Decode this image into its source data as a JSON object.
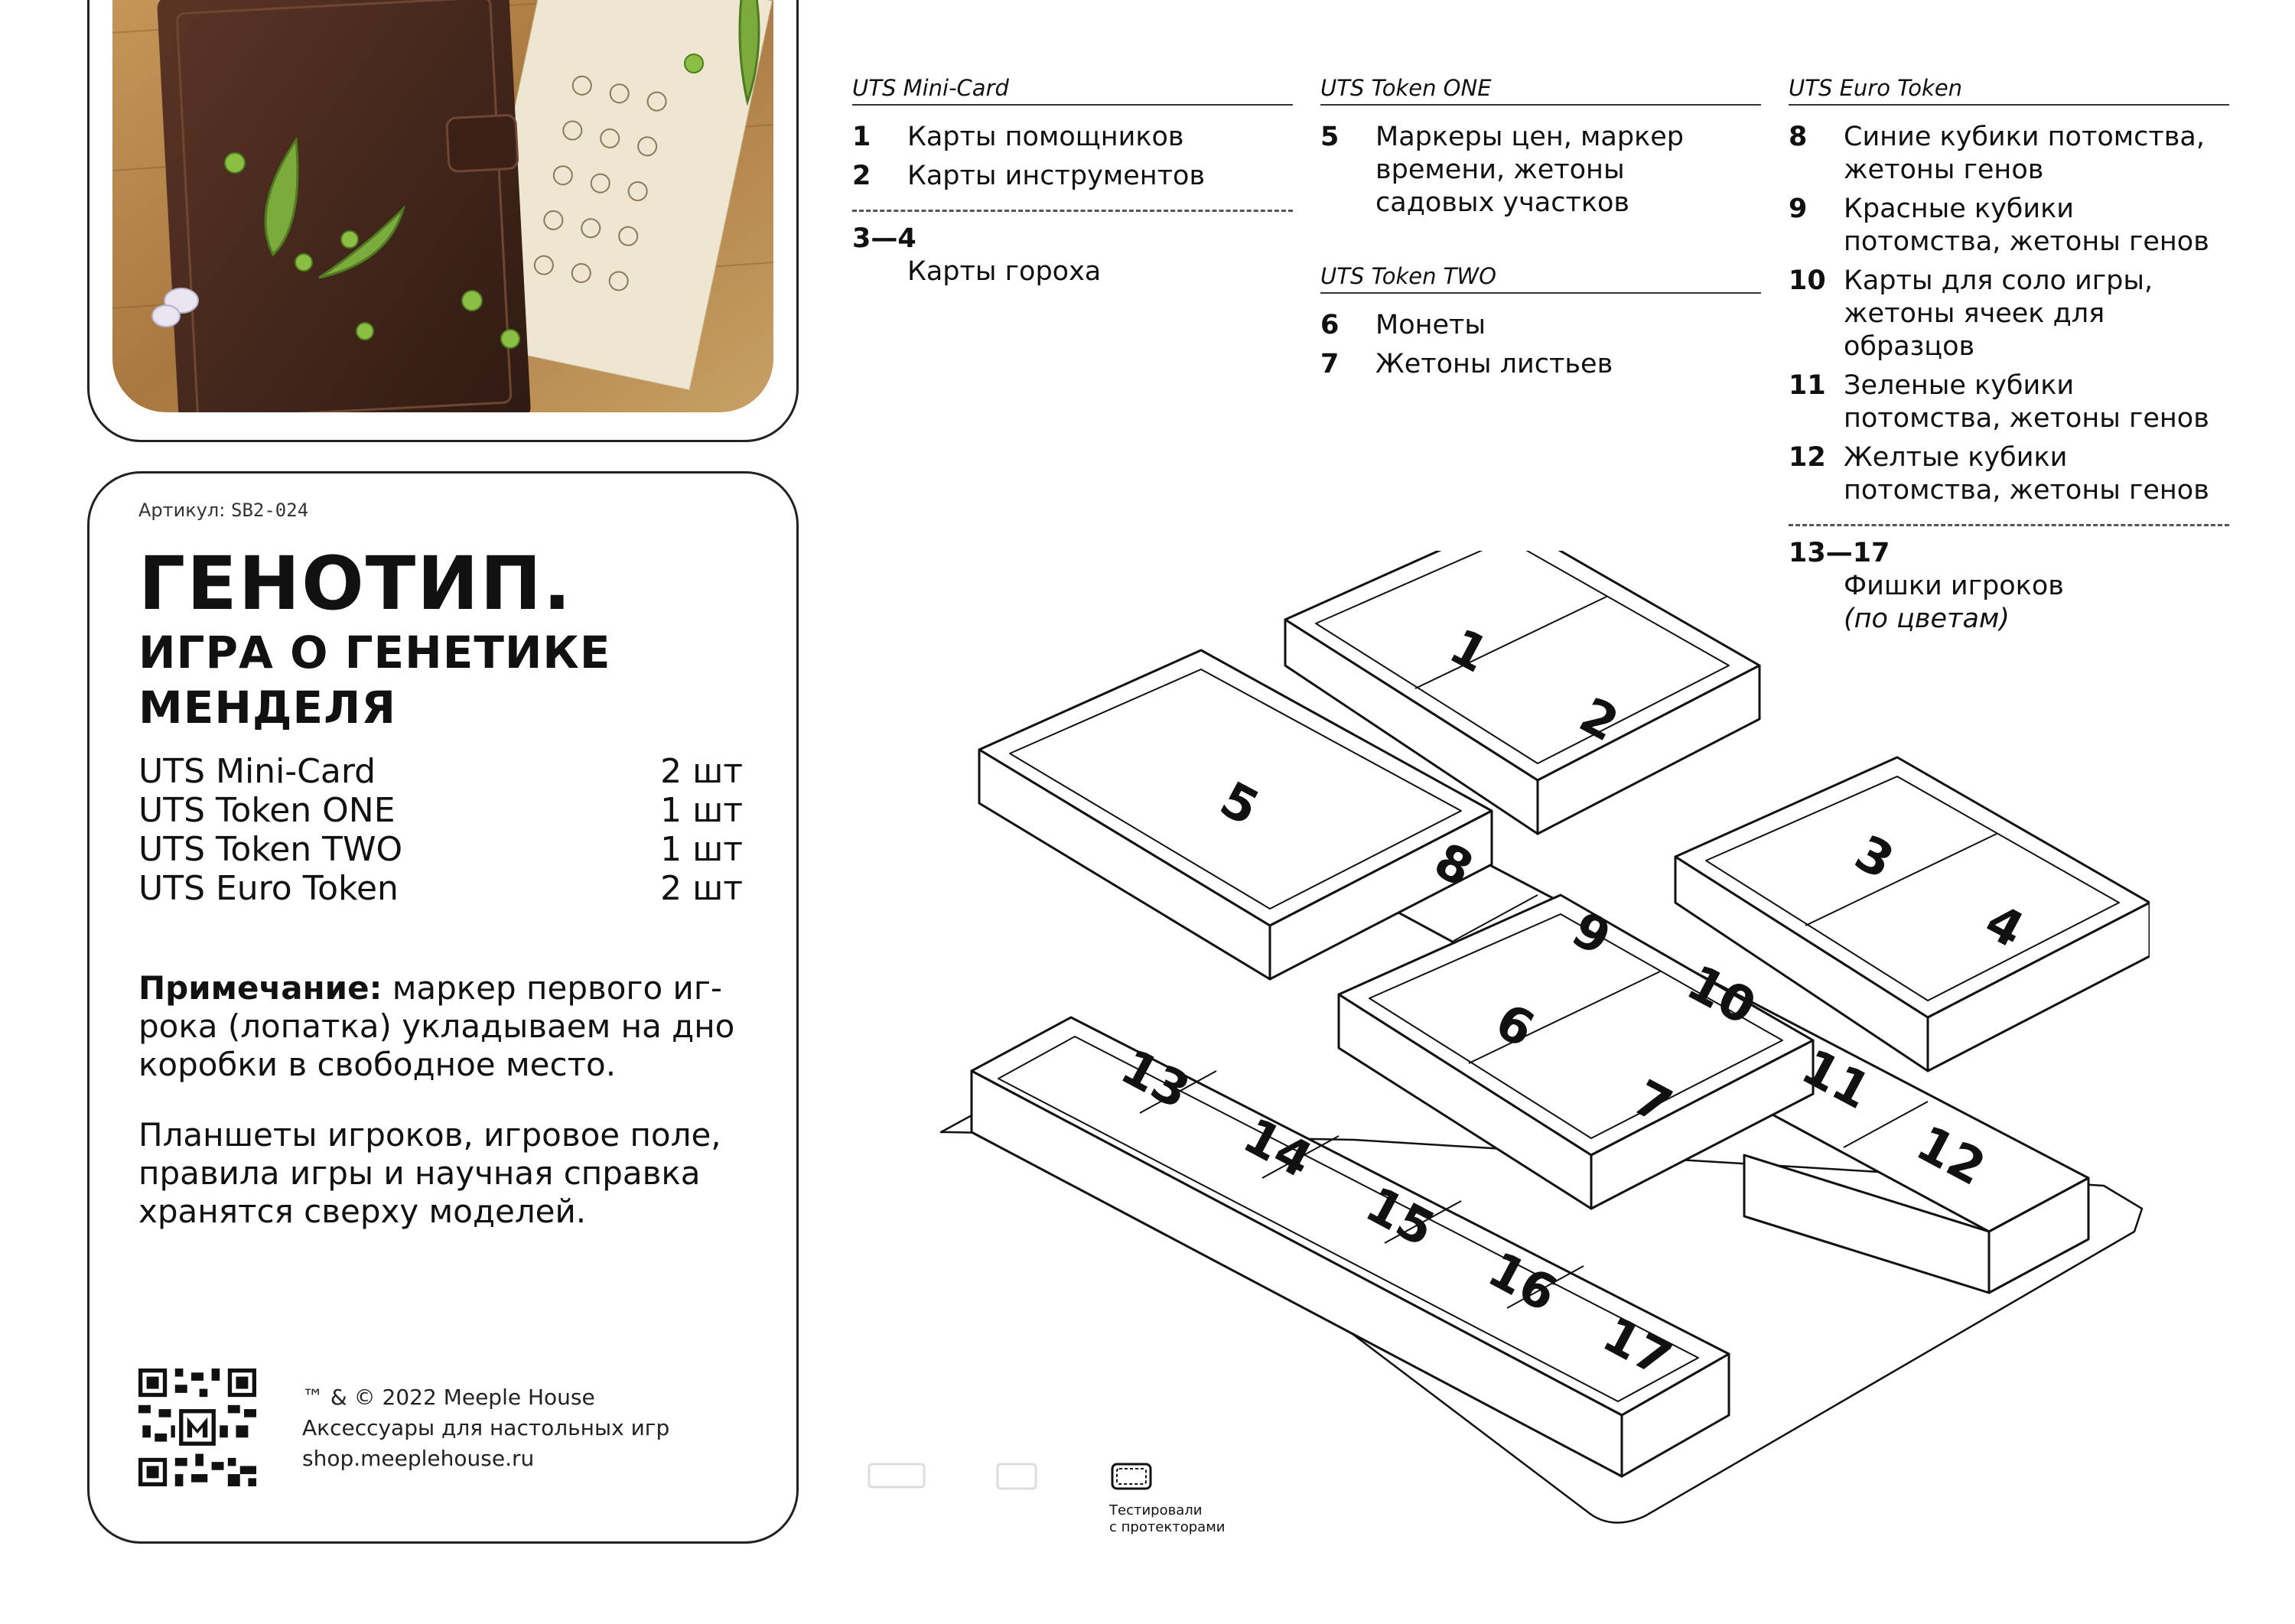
{
  "info": {
    "article_label": "Артикул:",
    "article_code": "SB2-024",
    "title_line1": "ГЕНОТИП.",
    "title_line2": "ИГРА О ГЕНЕТИКЕ",
    "title_line3": "МЕНДЕЛЯ",
    "kit": [
      {
        "name": "UTS Mini-Card",
        "qty": "2 шт"
      },
      {
        "name": "UTS Token ONE",
        "qty": "1 шт"
      },
      {
        "name": "UTS Token TWO",
        "qty": "1 шт"
      },
      {
        "name": "UTS Euro Token",
        "qty": "2 шт"
      }
    ],
    "note_label": "Примечание:",
    "note_text": " маркер первого иг-рока (лопатка) укладываем на дно коробки в свободное место.",
    "note2": "Планшеты игроков, игровое поле, правила игры и научная справка хранятся сверху моделей.",
    "footer_line1": "™ & © 2022 Meeple House",
    "footer_line2": "Аксессуары для настольных игр",
    "footer_line3": "shop.meeplehouse.ru"
  },
  "legend": {
    "mini_card": {
      "header": "UTS Mini-Card",
      "items": [
        {
          "num": "1",
          "text": "Карты помощников"
        },
        {
          "num": "2",
          "text": "Карты инструментов"
        }
      ],
      "range": {
        "num": "3—4",
        "text": "Карты гороха"
      }
    },
    "token_one": {
      "header": "UTS Token ONE",
      "items": [
        {
          "num": "5",
          "text": "Маркеры цен, маркер времени, жетоны садовых участков"
        }
      ]
    },
    "token_two": {
      "header": "UTS Token TWO",
      "items": [
        {
          "num": "6",
          "text": "Монеты"
        },
        {
          "num": "7",
          "text": "Жетоны листьев"
        }
      ]
    },
    "euro_token": {
      "header": "UTS Euro Token",
      "items": [
        {
          "num": "8",
          "text": "Синие кубики потомства, жетоны генов"
        },
        {
          "num": "9",
          "text": "Красные кубики потомства, жетоны генов"
        },
        {
          "num": "10",
          "text": "Карты для соло игры, жетоны ячеек для образцов"
        },
        {
          "num": "11",
          "text": "Зеленые кубики потомства, жетоны генов"
        },
        {
          "num": "12",
          "text": "Желтые кубики потомства, жетоны генов"
        }
      ],
      "range": {
        "num": "13—17",
        "text": "Фишки игроков",
        "subtext": "(по цветам)"
      }
    }
  },
  "icons": {
    "tested_line1": "Тестировали",
    "tested_line2": "с протекторами"
  },
  "colors": {
    "wood": "#b98a4e",
    "leather": "#4a2a1c",
    "pea": "#7caa3c",
    "ink": "#111111"
  }
}
